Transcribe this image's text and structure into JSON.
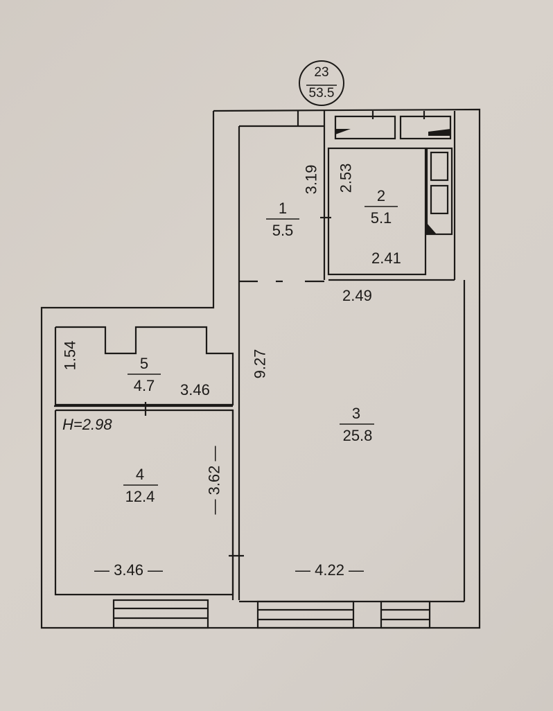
{
  "plan": {
    "type": "apartment-floor-plan",
    "apartment": {
      "number": "23",
      "total_area": "53.5"
    },
    "ceiling_height": "H=2.98",
    "rooms": [
      {
        "id": "1",
        "area": "5.5"
      },
      {
        "id": "2",
        "area": "5.1"
      },
      {
        "id": "3",
        "area": "25.8"
      },
      {
        "id": "4",
        "area": "12.4"
      },
      {
        "id": "5",
        "area": "4.7"
      }
    ],
    "dimensions": {
      "room1_height": "3.19",
      "room2_height": "2.53",
      "room2_width": "2.41",
      "room3_top_width": "2.49",
      "room3_height": "9.27",
      "room3_width": "— 4.22 —",
      "room4_height": "— 3.62 —",
      "room4_width": "— 3.46 —",
      "room5_height": "1.54",
      "room5_width": "3.46"
    },
    "colors": {
      "ink": "#1c1a18",
      "paper": "#d5cfc8"
    }
  }
}
